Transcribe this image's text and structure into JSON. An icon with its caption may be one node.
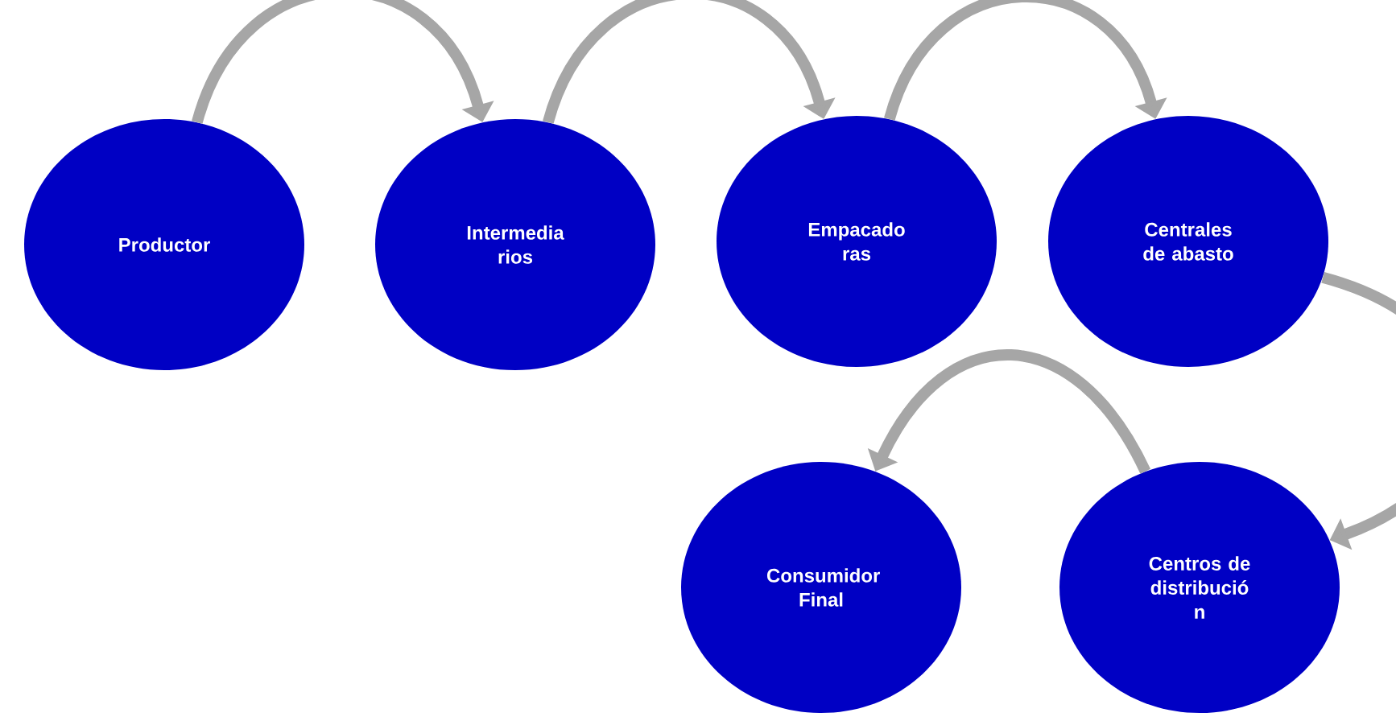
{
  "diagram": {
    "nodes": [
      {
        "text": [
          "Productor"
        ]
      },
      {
        "text": [
          "Intermedia rios"
        ]
      },
      {
        "text": [
          "Empacado ras"
        ]
      },
      {
        "text": [
          "Centrales de abasto"
        ]
      },
      {
        "text": [
          "Consumidor Final"
        ]
      },
      {
        "text": [
          "Centros de distribució n"
        ]
      }
    ],
    "edges": [
      {
        "from": 0,
        "to": 1,
        "arrow": "to"
      },
      {
        "from": 1,
        "to": 2,
        "arrow": "to"
      },
      {
        "from": 2,
        "to": 3,
        "arrow": "to"
      },
      {
        "from": 3,
        "to": 5,
        "arrow": "to"
      },
      {
        "from": 5,
        "to": 4,
        "arrow": "to"
      }
    ]
  }
}
